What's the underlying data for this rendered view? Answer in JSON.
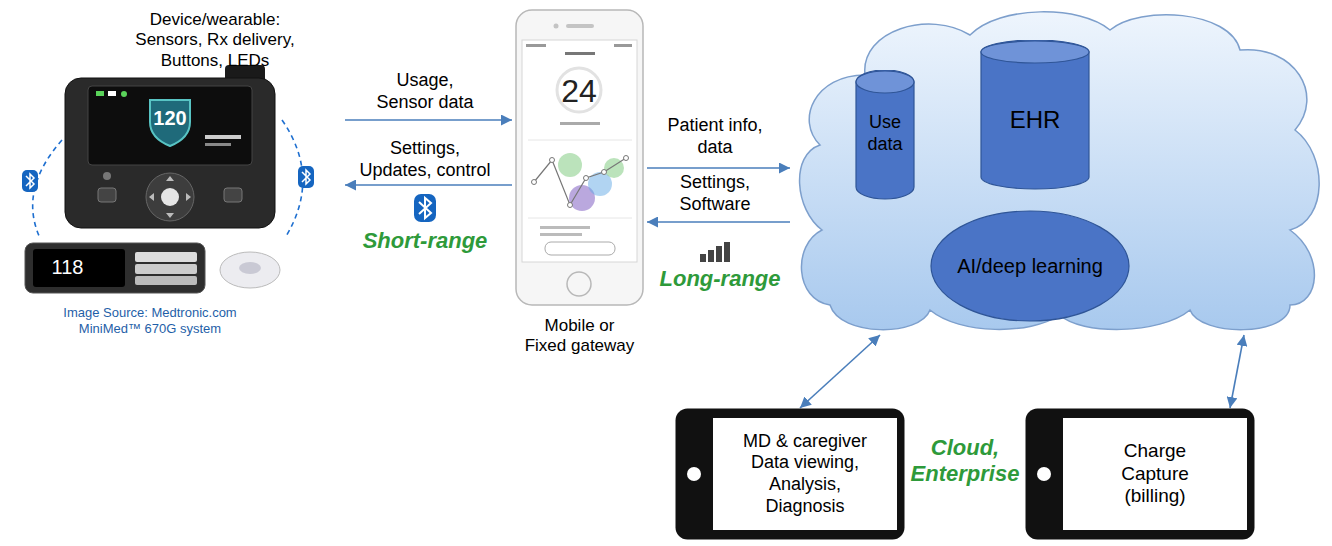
{
  "diagram": {
    "nodes": [
      {
        "text": [
          "Device/wearable: Sensors, Rx delivery, Buttons, LEDs"
        ]
      },
      {
        "text": [
          "Mobile or Fixed gateway"
        ]
      },
      {
        "text": []
      },
      {
        "text": [
          "Use data"
        ],
        "in": 2
      },
      {
        "text": [
          "EHR"
        ],
        "in": 2
      },
      {
        "text": [
          "AI/deep learning"
        ],
        "in": 2
      },
      {
        "text": [
          "MD & caregiver Data viewing, Analysis, Diagnosis"
        ]
      },
      {
        "text": [
          "Charge Capture (billing)"
        ]
      }
    ],
    "edges": [
      {
        "from": 0,
        "to": 1,
        "label": "Usage, Sensor data",
        "arrow": "to"
      },
      {
        "from": 1,
        "to": 0,
        "label": "Settings, Updates, control",
        "arrow": "to"
      },
      {
        "from": 1,
        "to": 2,
        "label": "Patient info, data",
        "arrow": "to"
      },
      {
        "from": 2,
        "to": 1,
        "label": "Settings, Software",
        "arrow": "to"
      },
      {
        "from": 2,
        "to": 6,
        "arrow": "both"
      },
      {
        "from": 2,
        "to": 7,
        "arrow": "both"
      }
    ],
    "labels": [
      "Image Source: Medtronic.com MiniMed™ 670G system",
      "120",
      "118",
      "24",
      "Short-range",
      "Long-range",
      "Cloud, Enterprise"
    ]
  }
}
